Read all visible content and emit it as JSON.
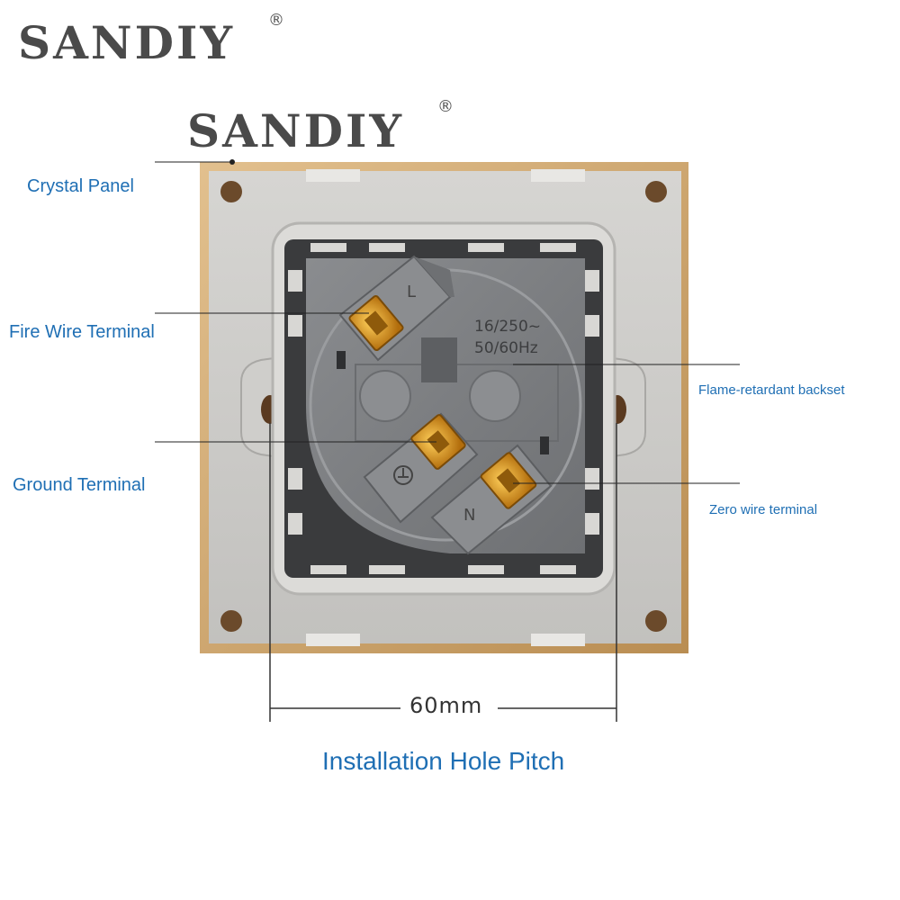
{
  "brand": {
    "name": "SANDIY",
    "registered": "®"
  },
  "labels": {
    "crystal_panel": "Crystal Panel",
    "fire_wire": "Fire Wire Terminal",
    "ground": "Ground Terminal",
    "flame_retardant": "Flame-retardant backset",
    "zero_wire": "Zero wire terminal"
  },
  "socket": {
    "rating_line1": "16/250~",
    "rating_line2": "50/60Hz",
    "live_mark": "L",
    "neutral_mark": "N"
  },
  "dimension": {
    "value": "60mm",
    "caption": "Installation Hole Pitch"
  },
  "colors": {
    "label_blue": "#1f6fb4",
    "panel_gold": "#c9a36a",
    "backset_gray": "#7d7f82",
    "terminal_brass": "#d4921a"
  }
}
